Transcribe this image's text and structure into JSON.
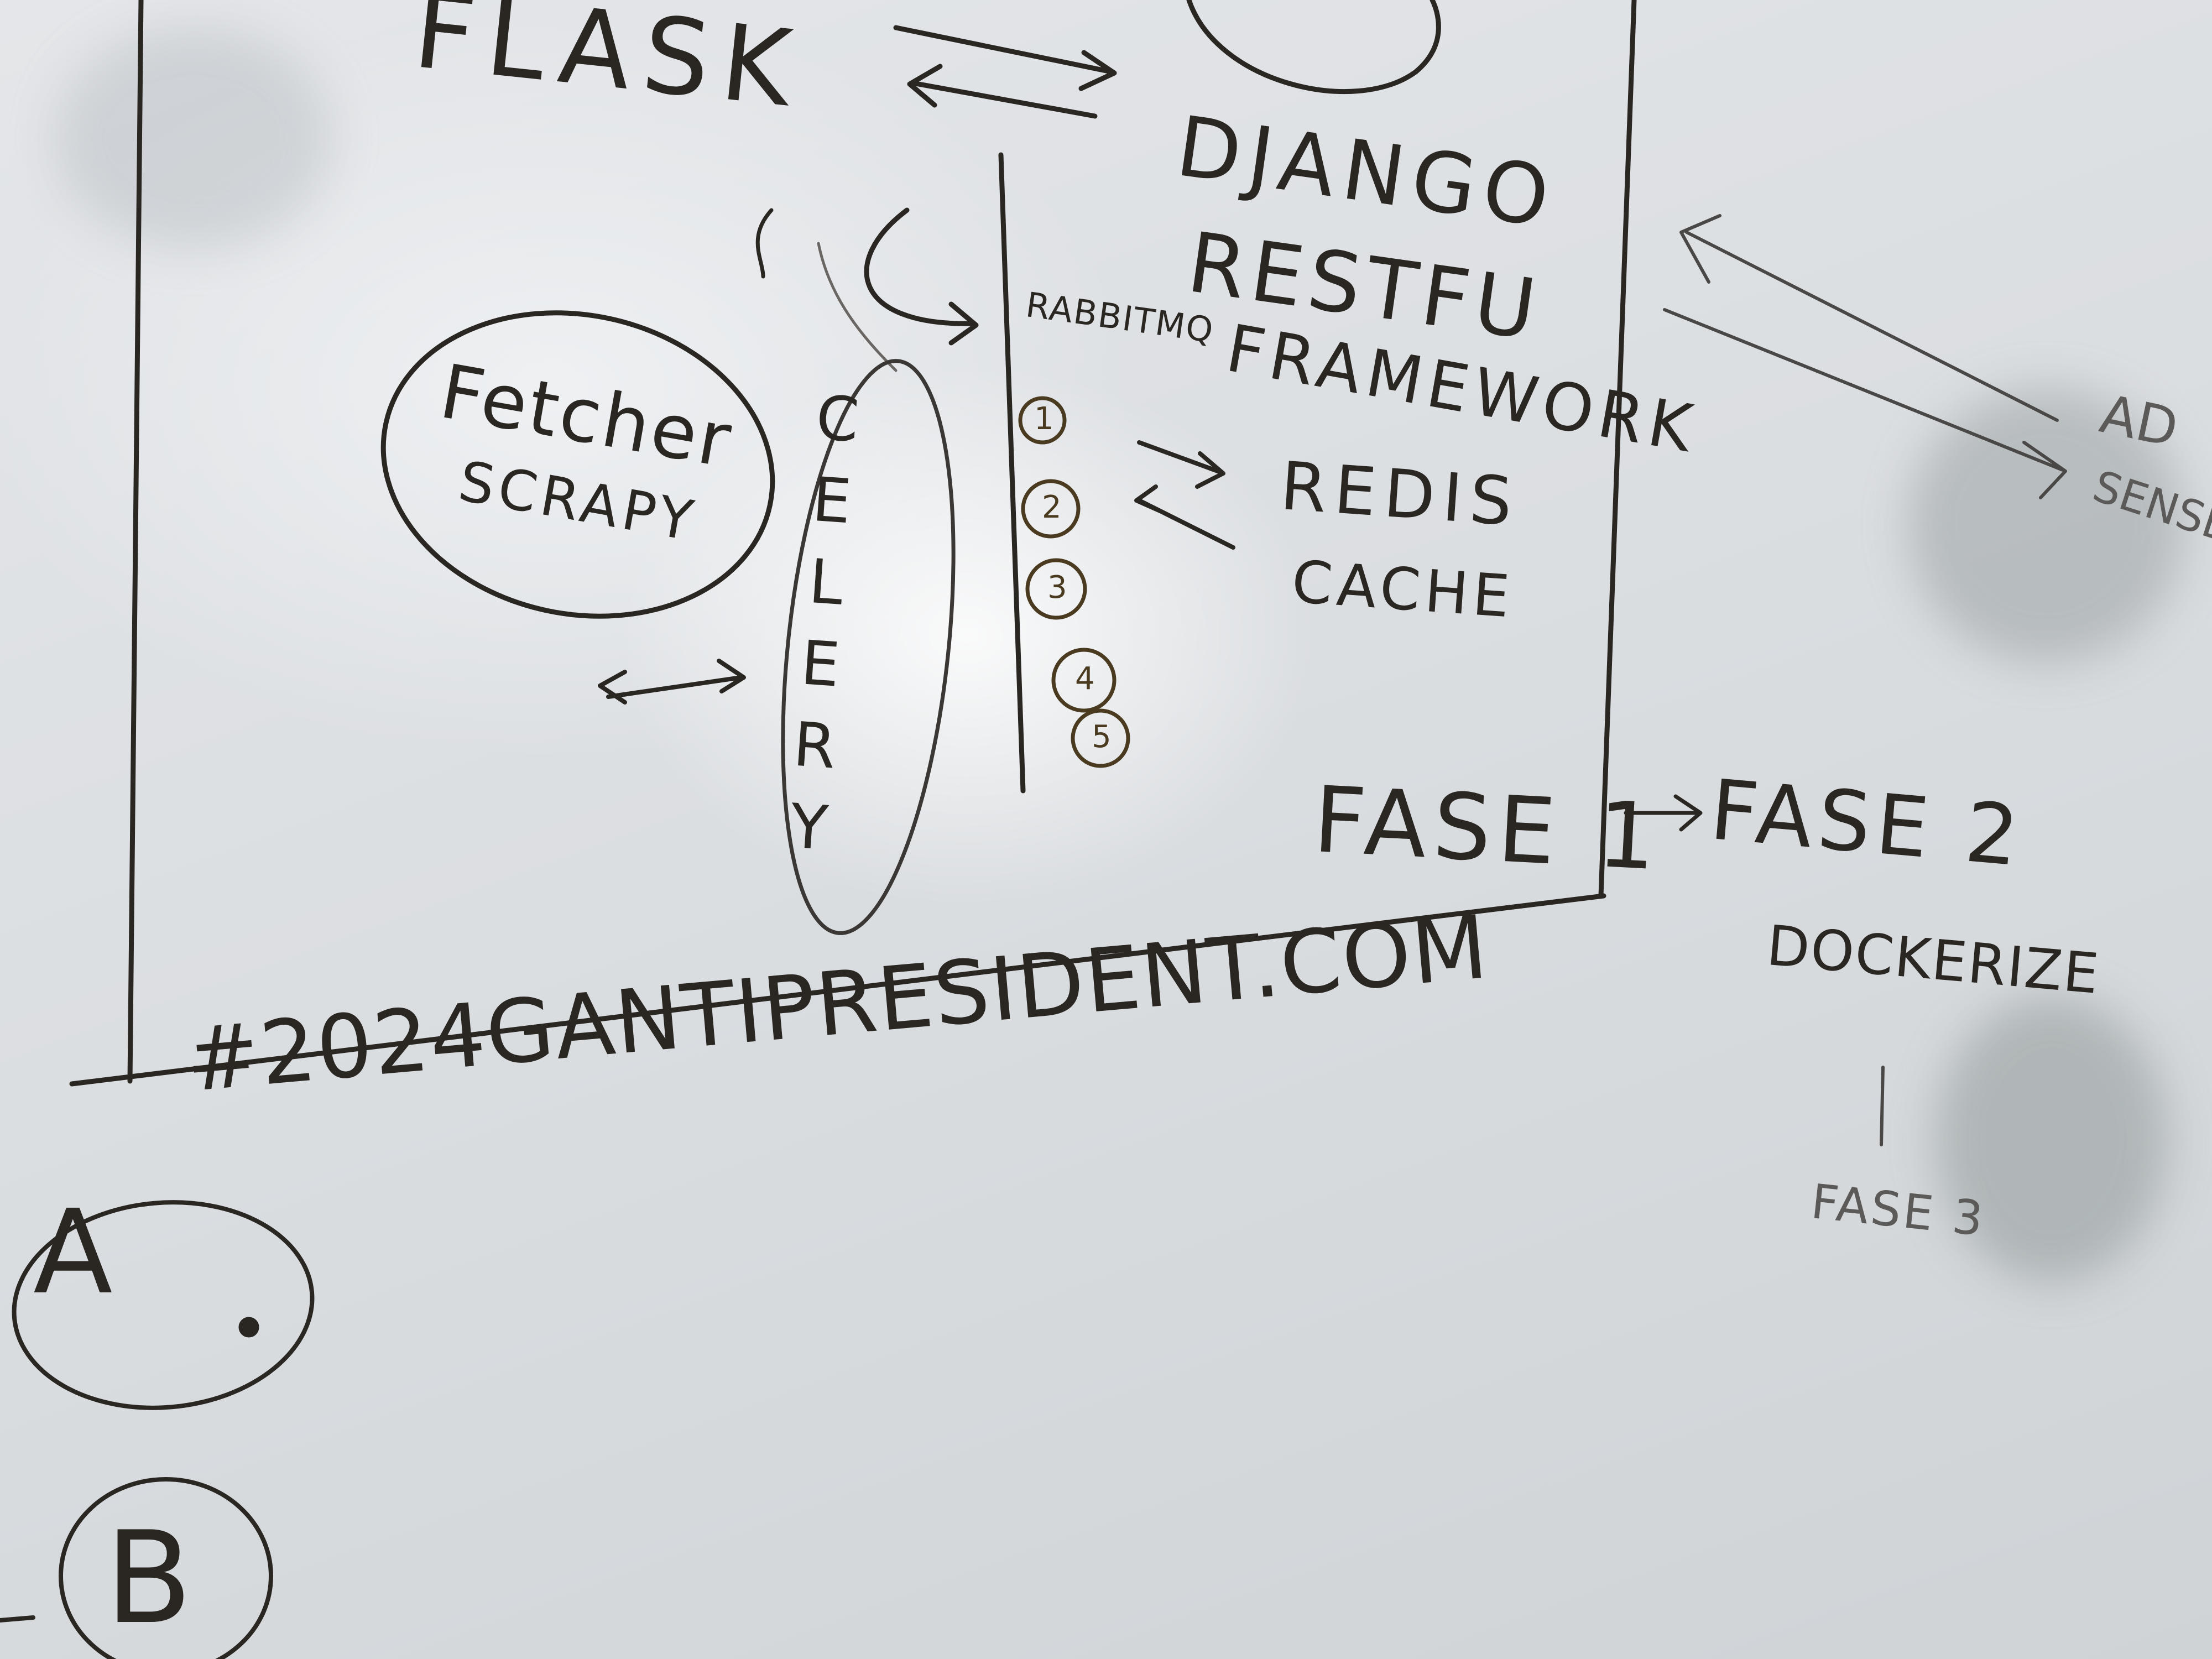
{
  "whiteboard": {
    "frame_label": "FLASK",
    "stack": {
      "title_line1": "DJANGO",
      "title_line2": "RESTFU",
      "title_line3": "FRAMEWORK",
      "queue_label": "RABBITMQ",
      "cache_line1": "REDIS",
      "cache_line2": "CACHE",
      "steps": [
        "1",
        "2",
        "3",
        "4",
        "5"
      ]
    },
    "fetcher": {
      "line1": "Fetcher",
      "line2": "SCRAPY"
    },
    "worker": {
      "letters": [
        "C",
        "E",
        "L",
        "E",
        "R",
        "Y"
      ]
    },
    "phases": {
      "phase1": "FASE 1",
      "phase2": "FASE 2",
      "dockerize": "DOCKERIZE",
      "phase3": "FASE 3"
    },
    "adsense": {
      "line1": "AD",
      "line2": "SENSE"
    },
    "hashtag": "#2024GANTIPRESIDENT.COM",
    "options": [
      "A",
      "B"
    ]
  },
  "colors": {
    "ink": "#2a2622",
    "brown_ink": "#4a3a20",
    "faded_ink": "#5c5a58",
    "board": "#dcdfe2"
  }
}
